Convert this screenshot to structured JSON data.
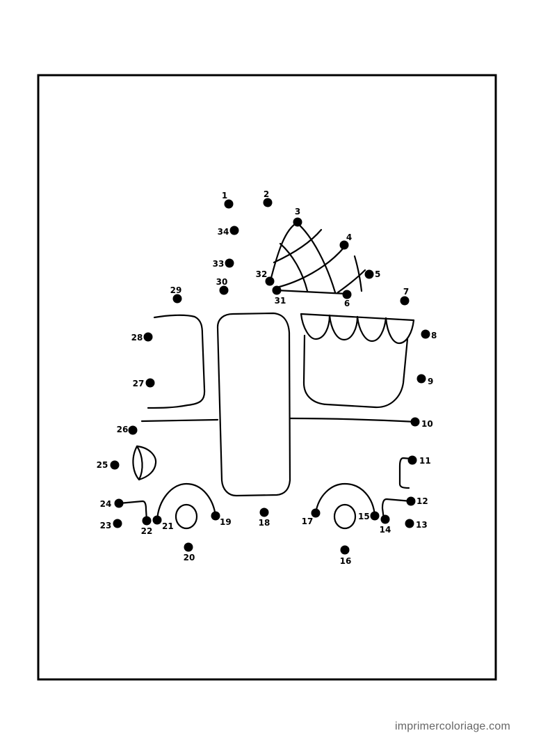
{
  "watermark": "imprimercoloriage.com",
  "colors": {
    "ink": "#000000",
    "paper": "#ffffff",
    "watermark": "#666666"
  },
  "dots": [
    {
      "label": "1"
    },
    {
      "label": "2"
    },
    {
      "label": "3"
    },
    {
      "label": "4"
    },
    {
      "label": "5"
    },
    {
      "label": "6"
    },
    {
      "label": "7"
    },
    {
      "label": "8"
    },
    {
      "label": "9"
    },
    {
      "label": "10"
    },
    {
      "label": "11"
    },
    {
      "label": "12"
    },
    {
      "label": "13"
    },
    {
      "label": "14"
    },
    {
      "label": "15"
    },
    {
      "label": "16"
    },
    {
      "label": "17"
    },
    {
      "label": "18"
    },
    {
      "label": "19"
    },
    {
      "label": "20"
    },
    {
      "label": "21"
    },
    {
      "label": "22"
    },
    {
      "label": "23"
    },
    {
      "label": "24"
    },
    {
      "label": "25"
    },
    {
      "label": "26"
    },
    {
      "label": "27"
    },
    {
      "label": "28"
    },
    {
      "label": "29"
    },
    {
      "label": "30"
    },
    {
      "label": "31"
    },
    {
      "label": "32"
    },
    {
      "label": "33"
    },
    {
      "label": "34"
    }
  ]
}
